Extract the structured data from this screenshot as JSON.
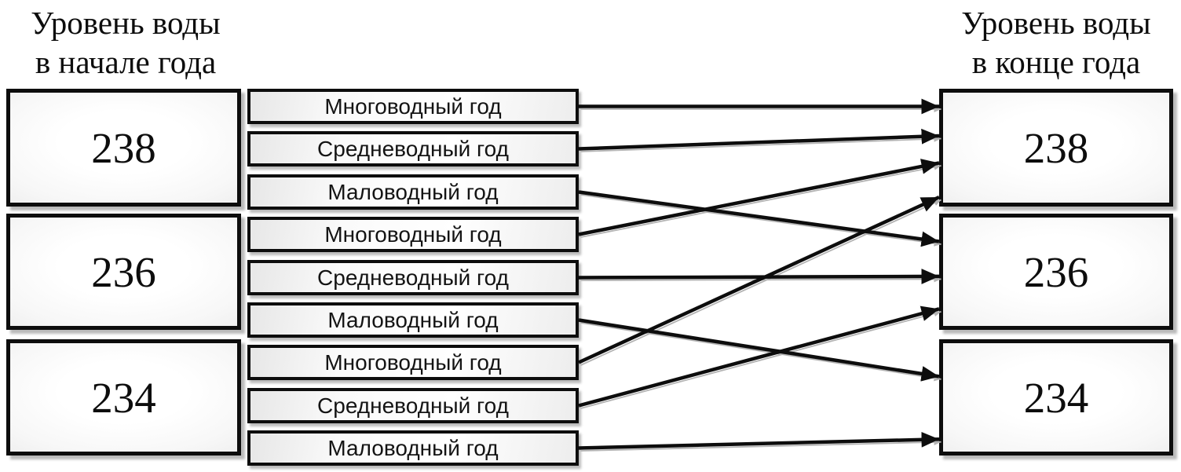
{
  "headers": {
    "start": {
      "line1": "Уровень воды",
      "line2": "в начале года"
    },
    "end": {
      "line1": "Уровень воды",
      "line2": "в конце года"
    }
  },
  "start_levels": [
    "238",
    "236",
    "234"
  ],
  "end_levels": [
    "238",
    "236",
    "234"
  ],
  "transitions": [
    {
      "start": "238",
      "year_type": "Многоводный год",
      "end": "238"
    },
    {
      "start": "238",
      "year_type": "Средневодный год",
      "end": "238"
    },
    {
      "start": "238",
      "year_type": "Маловодный год",
      "end": "236"
    },
    {
      "start": "236",
      "year_type": "Многоводный год",
      "end": "238"
    },
    {
      "start": "236",
      "year_type": "Средневодный год",
      "end": "236"
    },
    {
      "start": "236",
      "year_type": "Маловодный год",
      "end": "234"
    },
    {
      "start": "234",
      "year_type": "Многоводный год",
      "end": "238"
    },
    {
      "start": "234",
      "year_type": "Средневодный год",
      "end": "236"
    },
    {
      "start": "234",
      "year_type": "Маловодный год",
      "end": "234"
    }
  ],
  "colors": {
    "line": "#0d0d0d",
    "line_shadow": "#b3b3b3",
    "box_border": "#0d0d0d",
    "background": "#ffffff"
  }
}
